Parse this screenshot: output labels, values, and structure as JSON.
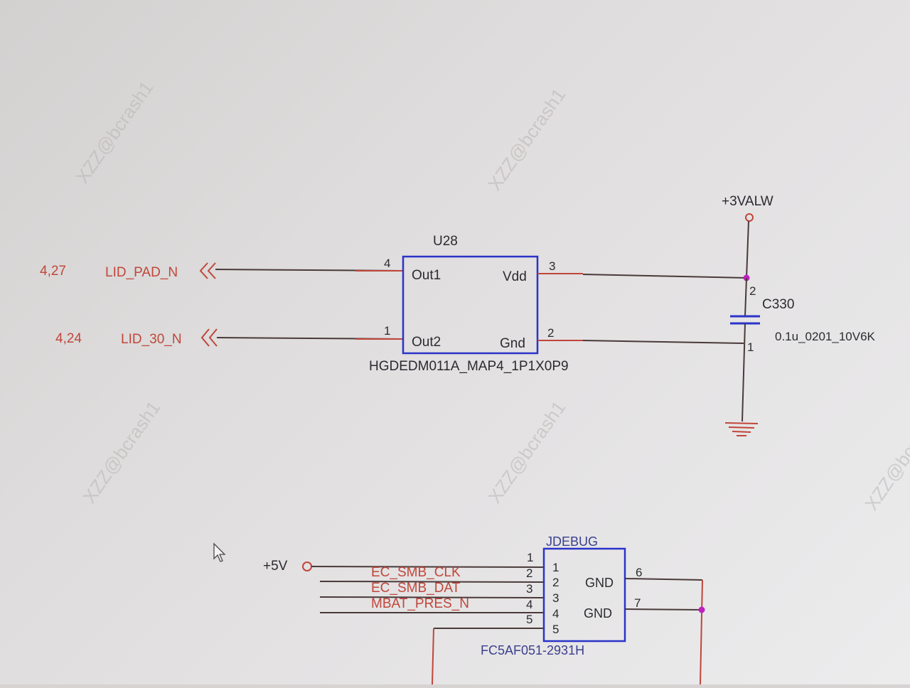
{
  "watermark": "XZZ@bcrash1",
  "colors": {
    "wire": "#c0463a",
    "body_outline": "#2a33c8",
    "junction": "#c020c0",
    "text_dark": "#2b2b30",
    "text_red": "#c0463a"
  },
  "u28": {
    "refdes": "U28",
    "part": "HGDEDM011A_MAP4_1P1X0P9",
    "pins": {
      "out1": {
        "name": "Out1",
        "num": "4"
      },
      "out2": {
        "name": "Out2",
        "num": "1"
      },
      "vdd": {
        "name": "Vdd",
        "num": "3"
      },
      "gnd": {
        "name": "Gnd",
        "num": "2"
      }
    }
  },
  "nets": {
    "lid_pad": {
      "name": "LID_PAD_N",
      "pages": "4,27"
    },
    "lid_30": {
      "name": "LID_30_N",
      "pages": "4,24"
    },
    "power_3v": "+3VALW",
    "power_5v": "+5V"
  },
  "c330": {
    "refdes": "C330",
    "value": "0.1u_0201_10V6K",
    "pin_top": "2",
    "pin_bottom": "1"
  },
  "jdebug": {
    "refdes": "JDEBUG",
    "part": "FC5AF051-2931H",
    "inner_pins": [
      "1",
      "2",
      "3",
      "4",
      "5"
    ],
    "outer_pins": [
      "1",
      "2",
      "3",
      "4",
      "5"
    ],
    "gnd_label": "GND",
    "gnd_pins": [
      "6",
      "7"
    ],
    "signals": [
      "EC_SMB_CLK",
      "EC_SMB_DAT",
      "MBAT_PRES_N"
    ]
  }
}
